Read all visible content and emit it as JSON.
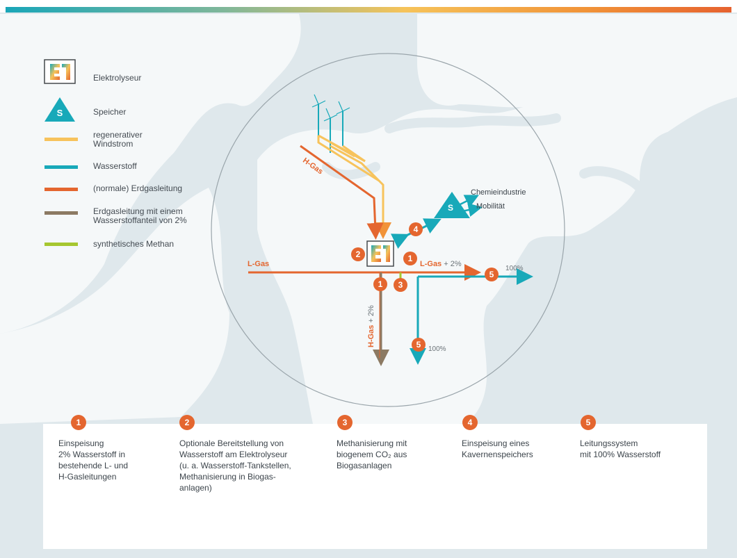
{
  "legend": {
    "elektrolyseur": "Elektrolyseur",
    "speicher": "Speicher",
    "speicher_icon_letter": "S",
    "windstrom": "regenerativer\nWindstrom",
    "wasserstoff": "Wasserstoff",
    "erdgas": "(normale) Erdgasleitung",
    "erdgas_h2": "Erdgasleitung mit einem\nWasserstoffanteil von 2%",
    "methan": "synthetisches Methan",
    "elektrolyseur_icon": "E"
  },
  "diagram": {
    "h_gas_top": "H-Gas",
    "l_gas_left": "L-Gas",
    "l_gas_right": "L-Gas",
    "l_gas_right_suffix": " + 2%",
    "h_gas_vertical": "H-Gas",
    "h_gas_vertical_suffix": " + 2%",
    "pct_right": "100%",
    "pct_bottom": "100%",
    "chemie": "Chemieindustrie",
    "mobil": "Mobilität",
    "speicher_letter": "S",
    "badge_1a": "1",
    "badge_1b": "1",
    "badge_2": "2",
    "badge_3": "3",
    "badge_4": "4",
    "badge_5a": "5",
    "badge_5b": "5"
  },
  "steps": [
    {
      "num": "1",
      "text": "Einspeisung\n2% Wasserstoff in\nbestehende L- und\nH-Gasleitungen"
    },
    {
      "num": "2",
      "text": "Optionale Bereitstellung von\nWasserstoff am Elektrolyseur\n(u. a. Wasserstoff-Tankstellen,\nMethanisierung in Biogas-\nanlagen)"
    },
    {
      "num": "3",
      "text": "Methanisierung mit\nbiogenem CO₂ aus\nBiogasanlagen"
    },
    {
      "num": "4",
      "text": "Einspeisung eines\nKavernenspeichers"
    },
    {
      "num": "5",
      "text": "Leitungssystem\nmit 100% Wasserstoff"
    }
  ],
  "colors": {
    "orange": "#e4662f",
    "yellow": "#f7c35c",
    "teal": "#18a9b9",
    "green": "#a6c730",
    "brown": "#8c7a63"
  }
}
